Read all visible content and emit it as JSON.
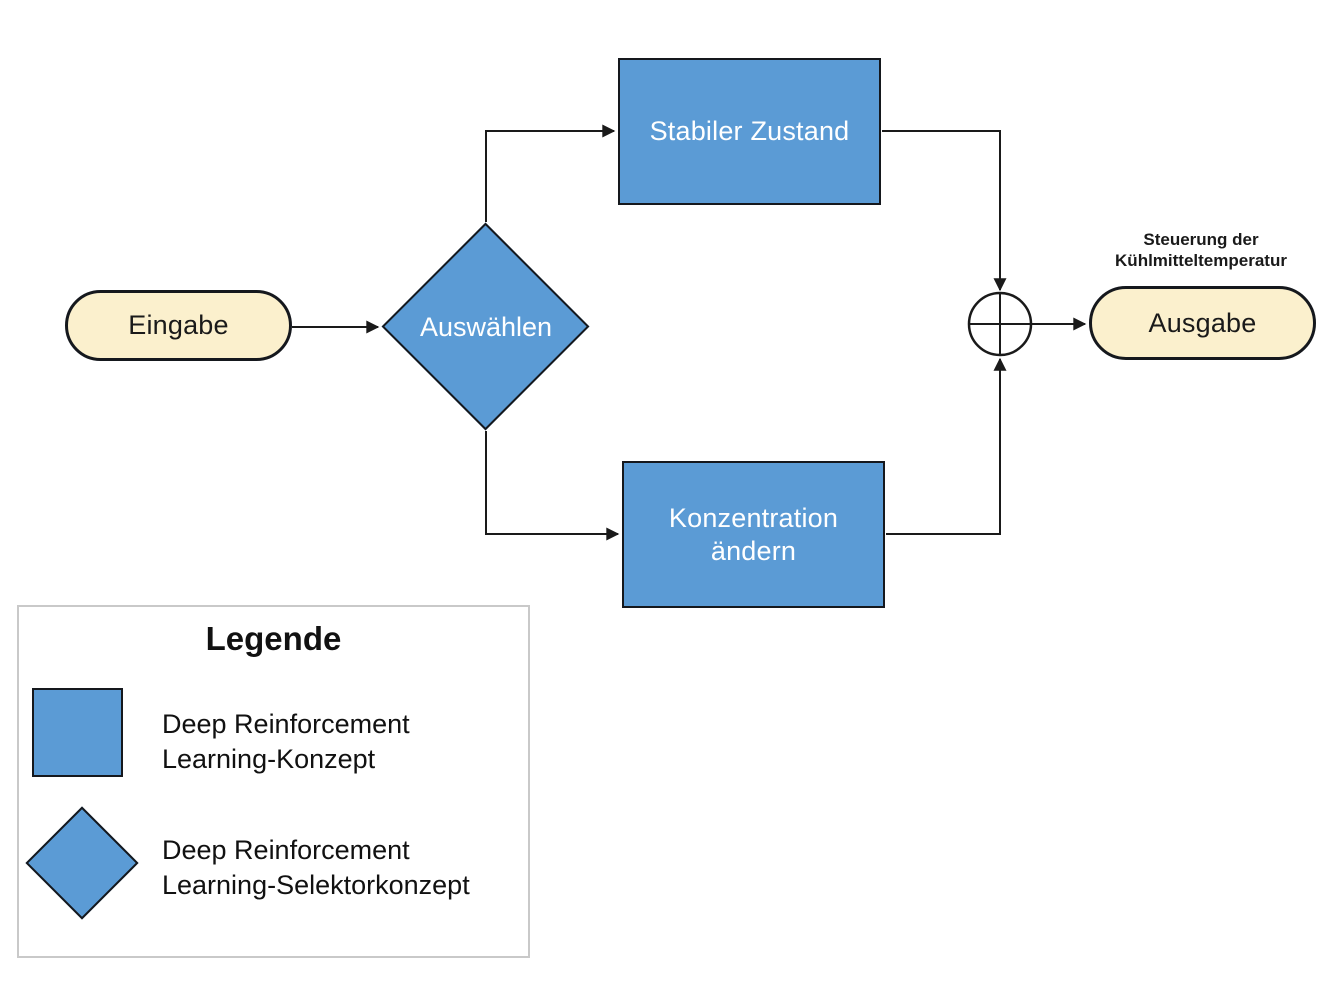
{
  "flowchart": {
    "input_node": {
      "label": "Eingabe"
    },
    "selector_node": {
      "label": "Auswählen"
    },
    "stable_state_node": {
      "label": "Stabiler Zustand"
    },
    "change_concentration_node": {
      "label": "Konzentration ändern"
    },
    "output_node": {
      "label": "Ausgabe"
    },
    "output_annotation": "Steuerung der Kühlmitteltemperatur",
    "junction": {
      "symbol": "plus-circle"
    }
  },
  "legend": {
    "title": "Legende",
    "items": [
      {
        "icon": "square-swatch",
        "label": "Deep Reinforcement Learning-Konzept"
      },
      {
        "icon": "diamond-swatch",
        "label": "Deep Reinforcement Learning-Selektorkonzept"
      }
    ]
  },
  "colors": {
    "concept_fill": "#5B9BD5",
    "terminal_fill": "#FBF0CD",
    "shape_border": "#15181d",
    "connector": "#1a1a1a",
    "text_on_blue": "#ffffff",
    "text_dark": "#1a1a1a",
    "legend_border": "#c9c9c9"
  }
}
